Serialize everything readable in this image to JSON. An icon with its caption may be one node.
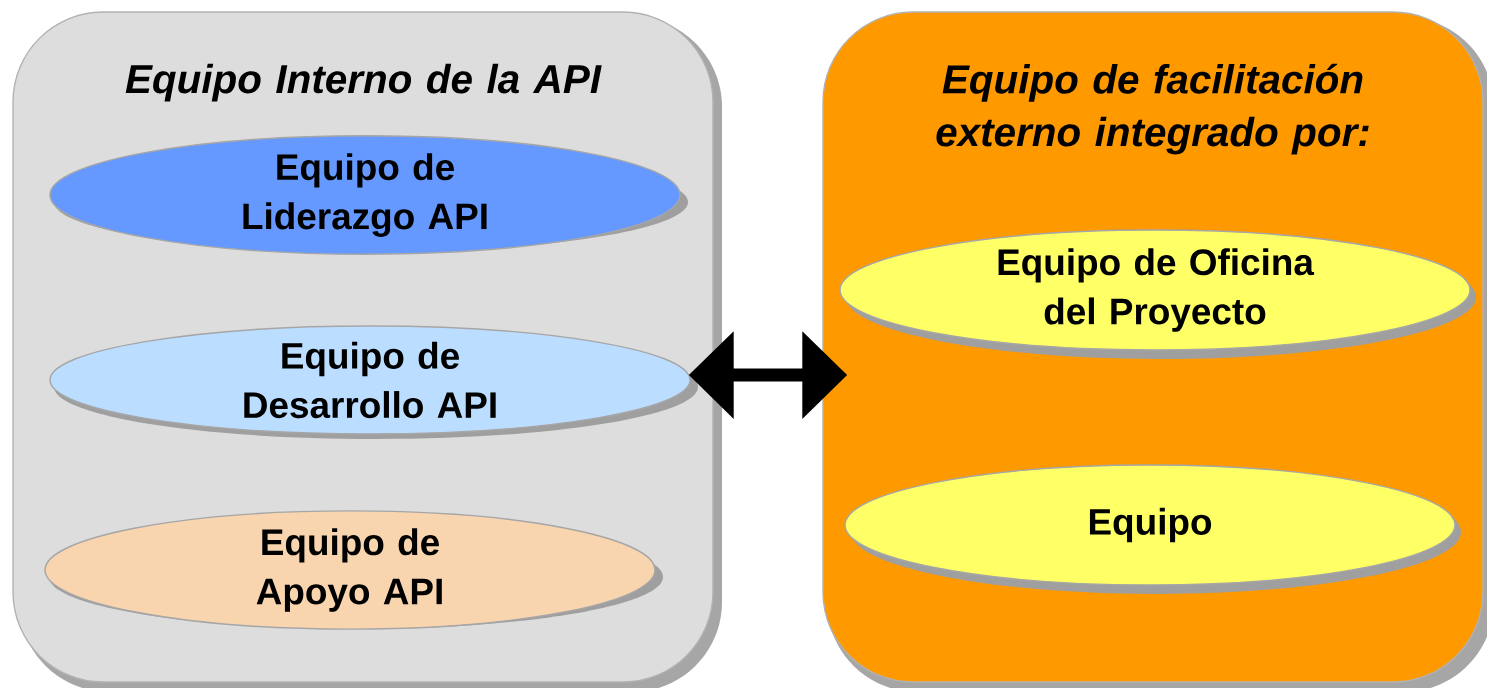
{
  "diagram": {
    "nodes": [
      {
        "text": [
          "Equipo Interno de la API"
        ]
      },
      {
        "text": [
          "Equipo de Liderazgo API"
        ],
        "in": 0
      },
      {
        "text": [
          "Equipo de Desarrollo API"
        ],
        "in": 0
      },
      {
        "text": [
          "Equipo de Apoyo API"
        ],
        "in": 0
      },
      {
        "text": [
          "Equipo de facilitación externo integrado por:"
        ]
      },
      {
        "text": [
          "Equipo de Oficina del Proyecto"
        ],
        "in": 4
      },
      {
        "text": [
          "Equipo"
        ],
        "in": 4
      }
    ],
    "edges": [
      {
        "from": 0,
        "to": 4,
        "arrow": "both"
      }
    ]
  }
}
